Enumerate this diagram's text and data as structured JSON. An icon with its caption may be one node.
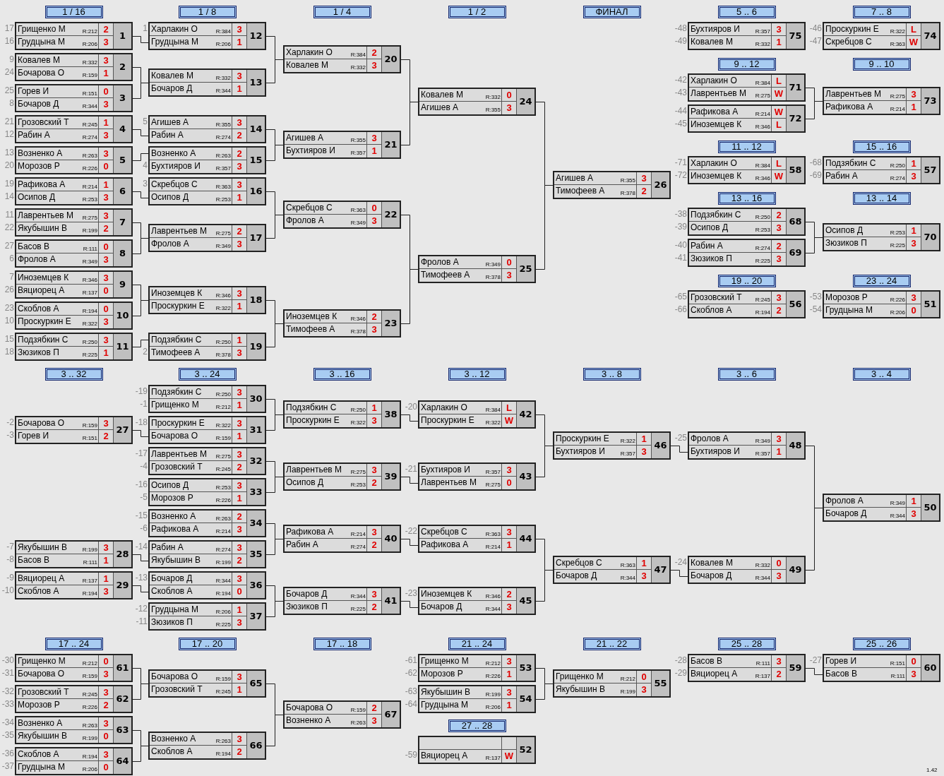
{
  "diagram": {
    "nodes": [
      {
        "text": [
          "Грищенко М",
          "R:212",
          "2",
          "Грудцына М",
          "R:206",
          "3",
          "1"
        ],
        "beside": [
          "17",
          "16"
        ]
      },
      {
        "text": [
          "Ковалев М",
          "R:332",
          "3",
          "Бочарова О",
          "R:159",
          "1",
          "2"
        ],
        "beside": [
          "9",
          "24"
        ]
      },
      {
        "text": [
          "Горев И",
          "R:151",
          "0",
          "Бочаров Д",
          "R:344",
          "3",
          "3"
        ],
        "beside": [
          "25",
          "8"
        ]
      },
      {
        "text": [
          "Грозовский Т",
          "R:245",
          "1",
          "Рабин А",
          "R:274",
          "3",
          "4"
        ],
        "beside": [
          "21",
          "12"
        ]
      },
      {
        "text": [
          "Возненко А",
          "R:263",
          "3",
          "Морозов Р",
          "R:226",
          "0",
          "5"
        ],
        "beside": [
          "13",
          "20"
        ]
      },
      {
        "text": [
          "Рафикова А",
          "R:214",
          "1",
          "Осипов Д",
          "R:253",
          "3",
          "6"
        ],
        "beside": [
          "19",
          "14"
        ]
      },
      {
        "text": [
          "Лаврентьев М",
          "R:275",
          "3",
          "Якубышин В",
          "R:199",
          "2",
          "7"
        ],
        "beside": [
          "11",
          "22"
        ]
      },
      {
        "text": [
          "Басов В",
          "R:111",
          "0",
          "Фролов А",
          "R:349",
          "3",
          "8"
        ],
        "beside": [
          "27",
          "6"
        ]
      },
      {
        "text": [
          "Иноземцев К",
          "R:346",
          "3",
          "Вяциорец А",
          "R:137",
          "0",
          "9"
        ],
        "beside": [
          "7",
          "26"
        ]
      },
      {
        "text": [
          "Скоблов А",
          "R:194",
          "0",
          "Проскуркин Е",
          "R:322",
          "3",
          "10"
        ],
        "beside": [
          "23",
          "10"
        ]
      },
      {
        "text": [
          "Подзябкин С",
          "R:250",
          "3",
          "Зюзиков П",
          "R:225",
          "1",
          "11"
        ],
        "beside": [
          "15",
          "18"
        ]
      },
      {
        "text": [
          "Харлакин О",
          "R:384",
          "3",
          "Грудцына М",
          "R:206",
          "1",
          "12"
        ],
        "beside": [
          "1"
        ]
      },
      {
        "text": [
          "Ковалев М",
          "R:332",
          "3",
          "Бочаров Д",
          "R:344",
          "1",
          "13"
        ]
      },
      {
        "text": [
          "Агишев А",
          "R:355",
          "3",
          "Рабин А",
          "R:274",
          "2",
          "14"
        ],
        "beside": [
          "5"
        ]
      },
      {
        "text": [
          "Возненко А",
          "R:263",
          "2",
          "Бухтияров И",
          "R:357",
          "3",
          "15"
        ],
        "beside": [
          "4"
        ]
      },
      {
        "text": [
          "Скребцов С",
          "R:363",
          "3",
          "Осипов Д",
          "R:253",
          "1",
          "16"
        ],
        "beside": [
          "3"
        ]
      },
      {
        "text": [
          "Лаврентьев М",
          "R:275",
          "2",
          "Фролов А",
          "R:349",
          "3",
          "17"
        ]
      },
      {
        "text": [
          "Иноземцев К",
          "R:346",
          "3",
          "Проскуркин Е",
          "R:322",
          "1",
          "18"
        ]
      },
      {
        "text": [
          "Подзябкин С",
          "R:250",
          "1",
          "Тимофеев А",
          "R:378",
          "3",
          "19"
        ],
        "beside": [
          "2"
        ]
      },
      {
        "text": [
          "Харлакин О",
          "R:384",
          "2",
          "Ковалев М",
          "R:332",
          "3",
          "20"
        ]
      },
      {
        "text": [
          "Агишев А",
          "R:355",
          "3",
          "Бухтияров И",
          "R:357",
          "1",
          "21"
        ]
      },
      {
        "text": [
          "Скребцов С",
          "R:363",
          "0",
          "Фролов А",
          "R:349",
          "3",
          "22"
        ]
      },
      {
        "text": [
          "Иноземцев К",
          "R:346",
          "2",
          "Тимофеев А",
          "R:378",
          "3",
          "23"
        ]
      },
      {
        "text": [
          "Ковалев М",
          "R:332",
          "0",
          "Агишев А",
          "R:355",
          "3",
          "24"
        ]
      },
      {
        "text": [
          "Фролов А",
          "R:349",
          "0",
          "Тимофеев А",
          "R:378",
          "3",
          "25"
        ]
      },
      {
        "text": [
          "Агишев А",
          "R:355",
          "3",
          "Тимофеев А",
          "R:378",
          "2",
          "26"
        ]
      },
      {
        "text": [
          "Бочарова О",
          "R:159",
          "3",
          "Горев И",
          "R:151",
          "2",
          "27"
        ],
        "beside": [
          "-2",
          "-3"
        ]
      },
      {
        "text": [
          "Якубышин В",
          "R:199",
          "3",
          "Басов В",
          "R:111",
          "1",
          "28"
        ],
        "beside": [
          "-7",
          "-8"
        ]
      },
      {
        "text": [
          "Вяциорец А",
          "R:137",
          "1",
          "Скоблов А",
          "R:194",
          "3",
          "29"
        ],
        "beside": [
          "-9",
          "-10"
        ]
      },
      {
        "text": [
          "Подзябкин С",
          "R:250",
          "3",
          "Грищенко М",
          "R:212",
          "1",
          "30"
        ],
        "beside": [
          "-19",
          "-1"
        ]
      },
      {
        "text": [
          "Проскуркин Е",
          "R:322",
          "3",
          "Бочарова О",
          "R:159",
          "1",
          "31"
        ],
        "beside": [
          "-18"
        ]
      },
      {
        "text": [
          "Лаврентьев М",
          "R:275",
          "3",
          "Грозовский Т",
          "R:245",
          "2",
          "32"
        ],
        "beside": [
          "-17",
          "-4"
        ]
      },
      {
        "text": [
          "Осипов Д",
          "R:253",
          "3",
          "Морозов Р",
          "R:226",
          "1",
          "33"
        ],
        "beside": [
          "-16",
          "-5"
        ]
      },
      {
        "text": [
          "Возненко А",
          "R:263",
          "2",
          "Рафикова А",
          "R:214",
          "3",
          "34"
        ],
        "beside": [
          "-15",
          "-6"
        ]
      },
      {
        "text": [
          "Рабин А",
          "R:274",
          "3",
          "Якубышин В",
          "R:199",
          "2",
          "35"
        ],
        "beside": [
          "-14"
        ]
      },
      {
        "text": [
          "Бочаров Д",
          "R:344",
          "3",
          "Скоблов А",
          "R:194",
          "0",
          "36"
        ],
        "beside": [
          "-13"
        ]
      },
      {
        "text": [
          "Грудцына М",
          "R:206",
          "1",
          "Зюзиков П",
          "R:225",
          "3",
          "37"
        ],
        "beside": [
          "-12",
          "-11"
        ]
      },
      {
        "text": [
          "Подзябкин С",
          "R:250",
          "1",
          "Проскуркин Е",
          "R:322",
          "3",
          "38"
        ]
      },
      {
        "text": [
          "Лаврентьев М",
          "R:275",
          "3",
          "Осипов Д",
          "R:253",
          "2",
          "39"
        ]
      },
      {
        "text": [
          "Рафикова А",
          "R:214",
          "3",
          "Рабин А",
          "R:274",
          "2",
          "40"
        ]
      },
      {
        "text": [
          "Бочаров Д",
          "R:344",
          "3",
          "Зюзиков П",
          "R:225",
          "2",
          "41"
        ]
      },
      {
        "text": [
          "Харлакин О",
          "R:384",
          "L",
          "Проскуркин Е",
          "R:322",
          "W",
          "42"
        ],
        "beside": [
          "-20"
        ]
      },
      {
        "text": [
          "Бухтияров И",
          "R:357",
          "3",
          "Лаврентьев М",
          "R:275",
          "0",
          "43"
        ],
        "beside": [
          "-21"
        ]
      },
      {
        "text": [
          "Скребцов С",
          "R:363",
          "3",
          "Рафикова А",
          "R:214",
          "1",
          "44"
        ],
        "beside": [
          "-22"
        ]
      },
      {
        "text": [
          "Иноземцев К",
          "R:346",
          "2",
          "Бочаров Д",
          "R:344",
          "3",
          "45"
        ],
        "beside": [
          "-23"
        ]
      },
      {
        "text": [
          "Проскуркин Е",
          "R:322",
          "1",
          "Бухтияров И",
          "R:357",
          "3",
          "46"
        ]
      },
      {
        "text": [
          "Скребцов С",
          "R:363",
          "1",
          "Бочаров Д",
          "R:344",
          "3",
          "47"
        ]
      },
      {
        "text": [
          "Фролов А",
          "R:349",
          "3",
          "Бухтияров И",
          "R:357",
          "1",
          "48"
        ],
        "beside": [
          "-25"
        ]
      },
      {
        "text": [
          "Ковалев М",
          "R:332",
          "0",
          "Бочаров Д",
          "R:344",
          "3",
          "49"
        ],
        "beside": [
          "-24"
        ]
      },
      {
        "text": [
          "Фролов А",
          "R:349",
          "1",
          "Бочаров Д",
          "R:344",
          "3",
          "50"
        ]
      },
      {
        "text": [
          "Морозов Р",
          "R:226",
          "3",
          "Грудцына М",
          "R:206",
          "0",
          "51"
        ],
        "beside": [
          "-53",
          "-54"
        ]
      },
      {
        "text": [
          "Вяциорец А",
          "R:137",
          "W",
          "52"
        ],
        "beside": [
          "-59"
        ]
      },
      {
        "text": [
          "Грищенко М",
          "R:212",
          "3",
          "Морозов Р",
          "R:226",
          "1",
          "53"
        ],
        "beside": [
          "-61",
          "-62"
        ]
      },
      {
        "text": [
          "Якубышин В",
          "R:199",
          "3",
          "Грудцына М",
          "R:206",
          "1",
          "54"
        ],
        "beside": [
          "-63",
          "-64"
        ]
      },
      {
        "text": [
          "Грищенко М",
          "R:212",
          "0",
          "Якубышин В",
          "R:199",
          "3",
          "55"
        ]
      },
      {
        "text": [
          "Грозовский Т",
          "R:245",
          "3",
          "Скоблов А",
          "R:194",
          "2",
          "56"
        ],
        "beside": [
          "-65",
          "-66"
        ]
      },
      {
        "text": [
          "Подзябкин С",
          "R:250",
          "1",
          "Рабин А",
          "R:274",
          "3",
          "57"
        ],
        "beside": [
          "-68",
          "-69"
        ]
      },
      {
        "text": [
          "Харлакин О",
          "R:384",
          "L",
          "Иноземцев К",
          "R:346",
          "W",
          "58"
        ],
        "beside": [
          "-71",
          "-72"
        ]
      },
      {
        "text": [
          "Басов В",
          "R:111",
          "3",
          "Вяциорец А",
          "R:137",
          "2",
          "59"
        ],
        "beside": [
          "-28",
          "-29"
        ]
      },
      {
        "text": [
          "Горев И",
          "R:151",
          "0",
          "Басов В",
          "R:111",
          "3",
          "60"
        ],
        "beside": [
          "-27"
        ]
      },
      {
        "text": [
          "Грищенко М",
          "R:212",
          "0",
          "Бочарова О",
          "R:159",
          "3",
          "61"
        ],
        "beside": [
          "-30",
          "-31"
        ]
      },
      {
        "text": [
          "Грозовский Т",
          "R:245",
          "3",
          "Морозов Р",
          "R:226",
          "2",
          "62"
        ],
        "beside": [
          "-32",
          "-33"
        ]
      },
      {
        "text": [
          "Возненко А",
          "R:263",
          "3",
          "Якубышин В",
          "R:199",
          "0",
          "63"
        ],
        "beside": [
          "-34",
          "-35"
        ]
      },
      {
        "text": [
          "Скоблов А",
          "R:194",
          "3",
          "Грудцына М",
          "R:206",
          "0",
          "64"
        ],
        "beside": [
          "-36",
          "-37"
        ]
      },
      {
        "text": [
          "Бочарова О",
          "R:159",
          "3",
          "Грозовский Т",
          "R:245",
          "1",
          "65"
        ]
      },
      {
        "text": [
          "Возненко А",
          "R:263",
          "3",
          "Скоблов А",
          "R:194",
          "2",
          "66"
        ]
      },
      {
        "text": [
          "Бочарова О",
          "R:159",
          "2",
          "Возненко А",
          "R:263",
          "3",
          "67"
        ]
      },
      {
        "text": [
          "Подзябкин С",
          "R:250",
          "2",
          "Осипов Д",
          "R:253",
          "3",
          "68"
        ],
        "beside": [
          "-38",
          "-39"
        ]
      },
      {
        "text": [
          "Рабин А",
          "R:274",
          "2",
          "Зюзиков П",
          "R:225",
          "3",
          "69"
        ],
        "beside": [
          "-40",
          "-41"
        ]
      },
      {
        "text": [
          "Осипов Д",
          "R:253",
          "1",
          "Зюзиков П",
          "R:225",
          "3",
          "70"
        ]
      },
      {
        "text": [
          "Харлакин О",
          "R:384",
          "L",
          "Лаврентьев М",
          "R:275",
          "W",
          "71"
        ],
        "beside": [
          "-42",
          "-43"
        ]
      },
      {
        "text": [
          "Рафикова А",
          "R:214",
          "W",
          "Иноземцев К",
          "R:346",
          "L",
          "72"
        ],
        "beside": [
          "-44",
          "-45"
        ]
      },
      {
        "text": [
          "Лаврентьев М",
          "R:275",
          "3",
          "Рафикова А",
          "R:214",
          "1",
          "73"
        ]
      },
      {
        "text": [
          "Проскуркин Е",
          "R:322",
          "L",
          "Скребцов С",
          "R:363",
          "W",
          "74"
        ],
        "beside": [
          "-46",
          "-47"
        ]
      },
      {
        "text": [
          "Бухтияров И",
          "R:357",
          "3",
          "Ковалев М",
          "R:332",
          "1",
          "75"
        ],
        "beside": [
          "-48",
          "-49"
        ]
      }
    ],
    "edges": [
      {
        "from": 0,
        "to": 11,
        "arrow": "none"
      },
      {
        "from": 1,
        "to": 12,
        "arrow": "none"
      },
      {
        "from": 2,
        "to": 12,
        "arrow": "none"
      },
      {
        "from": 3,
        "to": 13,
        "arrow": "none"
      },
      {
        "from": 4,
        "to": 14,
        "arrow": "none"
      },
      {
        "from": 5,
        "to": 15,
        "arrow": "none"
      },
      {
        "from": 6,
        "to": 16,
        "arrow": "none"
      },
      {
        "from": 7,
        "to": 16,
        "arrow": "none"
      },
      {
        "from": 8,
        "to": 17,
        "arrow": "none"
      },
      {
        "from": 9,
        "to": 17,
        "arrow": "none"
      },
      {
        "from": 10,
        "to": 18,
        "arrow": "none"
      },
      {
        "from": 11,
        "to": 19,
        "arrow": "none"
      },
      {
        "from": 12,
        "to": 19,
        "arrow": "none"
      },
      {
        "from": 13,
        "to": 20,
        "arrow": "none"
      },
      {
        "from": 14,
        "to": 20,
        "arrow": "none"
      },
      {
        "from": 15,
        "to": 21,
        "arrow": "none"
      },
      {
        "from": 16,
        "to": 21,
        "arrow": "none"
      },
      {
        "from": 17,
        "to": 22,
        "arrow": "none"
      },
      {
        "from": 18,
        "to": 22,
        "arrow": "none"
      },
      {
        "from": 19,
        "to": 23,
        "arrow": "none"
      },
      {
        "from": 20,
        "to": 23,
        "arrow": "none"
      },
      {
        "from": 21,
        "to": 24,
        "arrow": "none"
      },
      {
        "from": 22,
        "to": 24,
        "arrow": "none"
      },
      {
        "from": 23,
        "to": 25,
        "arrow": "none"
      },
      {
        "from": 24,
        "to": 25,
        "arrow": "none"
      },
      {
        "from": 26,
        "to": 30,
        "arrow": "none"
      },
      {
        "from": 27,
        "to": 34,
        "arrow": "none"
      },
      {
        "from": 28,
        "to": 35,
        "arrow": "none"
      },
      {
        "from": 29,
        "to": 37,
        "arrow": "none"
      },
      {
        "from": 30,
        "to": 37,
        "arrow": "none"
      },
      {
        "from": 31,
        "to": 38,
        "arrow": "none"
      },
      {
        "from": 32,
        "to": 38,
        "arrow": "none"
      },
      {
        "from": 33,
        "to": 39,
        "arrow": "none"
      },
      {
        "from": 34,
        "to": 39,
        "arrow": "none"
      },
      {
        "from": 35,
        "to": 40,
        "arrow": "none"
      },
      {
        "from": 36,
        "to": 40,
        "arrow": "none"
      },
      {
        "from": 37,
        "to": 41,
        "arrow": "none"
      },
      {
        "from": 38,
        "to": 42,
        "arrow": "none"
      },
      {
        "from": 39,
        "to": 43,
        "arrow": "none"
      },
      {
        "from": 40,
        "to": 44,
        "arrow": "none"
      },
      {
        "from": 41,
        "to": 45,
        "arrow": "none"
      },
      {
        "from": 42,
        "to": 45,
        "arrow": "none"
      },
      {
        "from": 43,
        "to": 46,
        "arrow": "none"
      },
      {
        "from": 44,
        "to": 46,
        "arrow": "none"
      },
      {
        "from": 45,
        "to": 47,
        "arrow": "none"
      },
      {
        "from": 46,
        "to": 48,
        "arrow": "none"
      },
      {
        "from": 47,
        "to": 49,
        "arrow": "none"
      },
      {
        "from": 48,
        "to": 49,
        "arrow": "none"
      },
      {
        "from": 60,
        "to": 64,
        "arrow": "none"
      },
      {
        "from": 61,
        "to": 64,
        "arrow": "none"
      },
      {
        "from": 62,
        "to": 65,
        "arrow": "none"
      },
      {
        "from": 63,
        "to": 65,
        "arrow": "none"
      },
      {
        "from": 64,
        "to": 66,
        "arrow": "none"
      },
      {
        "from": 65,
        "to": 66,
        "arrow": "none"
      },
      {
        "from": 52,
        "to": 54,
        "arrow": "none"
      },
      {
        "from": 53,
        "to": 54,
        "arrow": "none"
      },
      {
        "from": 58,
        "to": 59,
        "arrow": "none"
      },
      {
        "from": 70,
        "to": 72,
        "arrow": "none"
      },
      {
        "from": 71,
        "to": 72,
        "arrow": "none"
      },
      {
        "from": 67,
        "to": 69,
        "arrow": "none"
      },
      {
        "from": 68,
        "to": 69,
        "arrow": "none"
      }
    ],
    "labels": [
      "1 / 16",
      "1 / 8",
      "1 / 4",
      "1 / 2",
      "ФИНАЛ",
      "5 .. 6",
      "7 .. 8",
      "9 .. 12",
      "9 .. 10",
      "11 .. 12",
      "15 .. 16",
      "13 .. 16",
      "13 .. 14",
      "19 .. 20",
      "23 .. 24",
      "3 .. 32",
      "3 .. 24",
      "3 .. 16",
      "3 .. 12",
      "3 .. 8",
      "3 .. 6",
      "3 .. 4",
      "17 .. 24",
      "17 .. 20",
      "17 .. 18",
      "21 .. 24",
      "21 .. 22",
      "25 .. 28",
      "25 .. 26",
      "27 .. 28",
      "1.42"
    ]
  }
}
